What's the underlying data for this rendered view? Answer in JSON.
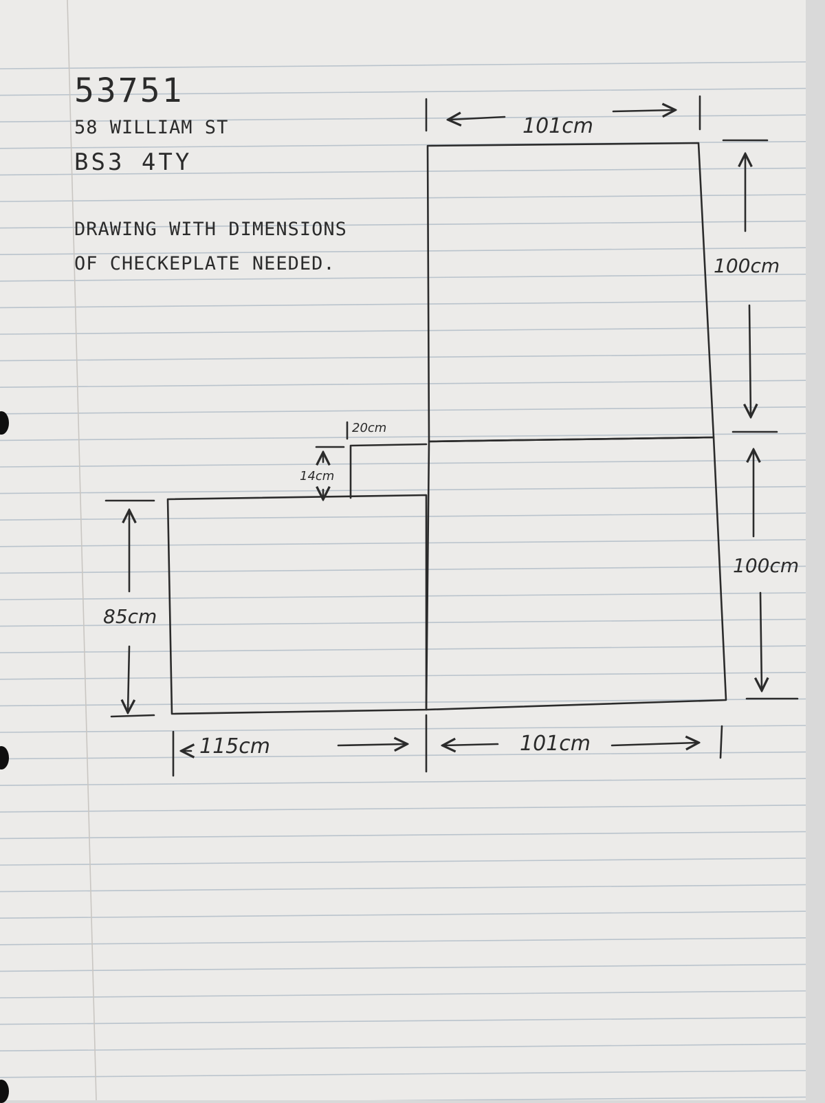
{
  "header": {
    "job_number": "53751",
    "address_line": "58 WILLIAM ST",
    "postcode": "BS3 4TY"
  },
  "note": {
    "line1": "DRAWING WITH DIMENSIONS",
    "line2": "OF CHECKEPLATE NEEDED."
  },
  "dimensions": {
    "top_width": "101cm",
    "right_upper_height": "100cm",
    "right_lower_height": "100cm",
    "notch_width": "20cm",
    "notch_height": "14cm",
    "left_height": "85cm",
    "bottom_left_width": "115cm",
    "bottom_right_width": "101cm"
  },
  "colors": {
    "paper": "#ecebe9",
    "rule_line": "#b9c3cc",
    "margin_line": "#c9c6c2",
    "ink": "#2b2b2b"
  }
}
